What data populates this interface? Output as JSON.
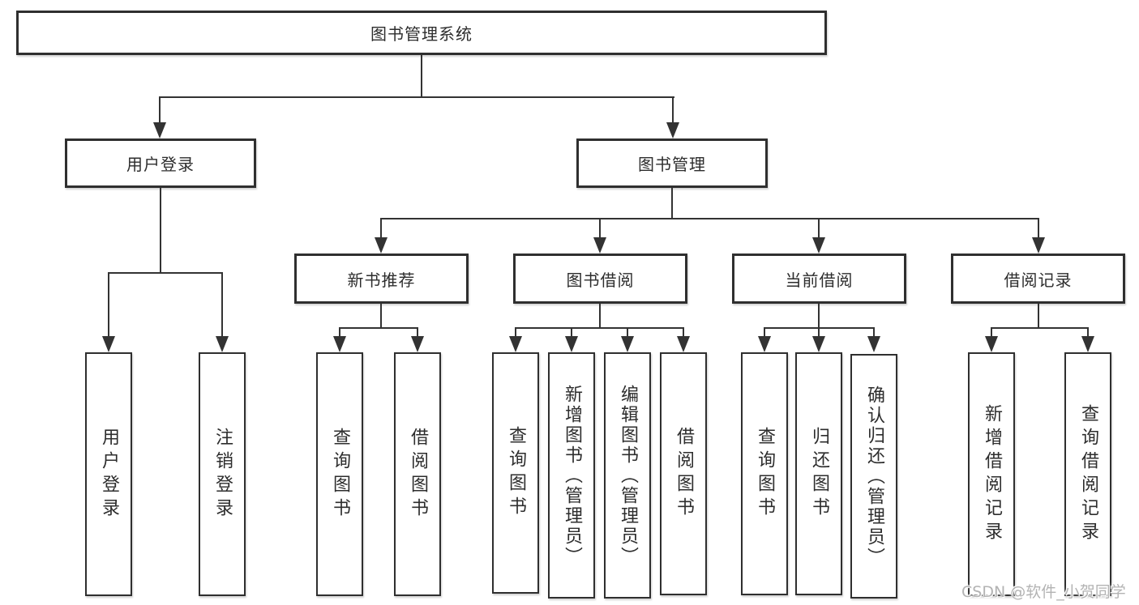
{
  "diagram": {
    "root": {
      "label": "图书管理系统"
    },
    "branches": [
      {
        "label": "用户登录",
        "children": [
          {
            "label": "用户登录"
          },
          {
            "label": "注销登录"
          }
        ]
      },
      {
        "label": "图书管理",
        "children": [
          {
            "label": "新书推荐",
            "children": [
              {
                "label": "查询图书"
              },
              {
                "label": "借阅图书"
              }
            ]
          },
          {
            "label": "图书借阅",
            "children": [
              {
                "label": "查询图书"
              },
              {
                "label": "新增图书（管理员）"
              },
              {
                "label": "编辑图书（管理员）"
              },
              {
                "label": "借阅图书"
              }
            ]
          },
          {
            "label": "当前借阅",
            "children": [
              {
                "label": "查询图书"
              },
              {
                "label": "归还图书"
              },
              {
                "label": "确认归还（管理员）"
              }
            ]
          },
          {
            "label": "借阅记录",
            "children": [
              {
                "label": "新增借阅记录"
              },
              {
                "label": "查询借阅记录"
              }
            ]
          }
        ]
      }
    ]
  },
  "watermark": {
    "text": "CSDN @软件_小贺同学"
  },
  "colors": {
    "line": "#333333",
    "box_border": "#2f2f2f",
    "text": "#2d2d2d",
    "background": "#ffffff",
    "watermark": "#b3b3b3"
  }
}
